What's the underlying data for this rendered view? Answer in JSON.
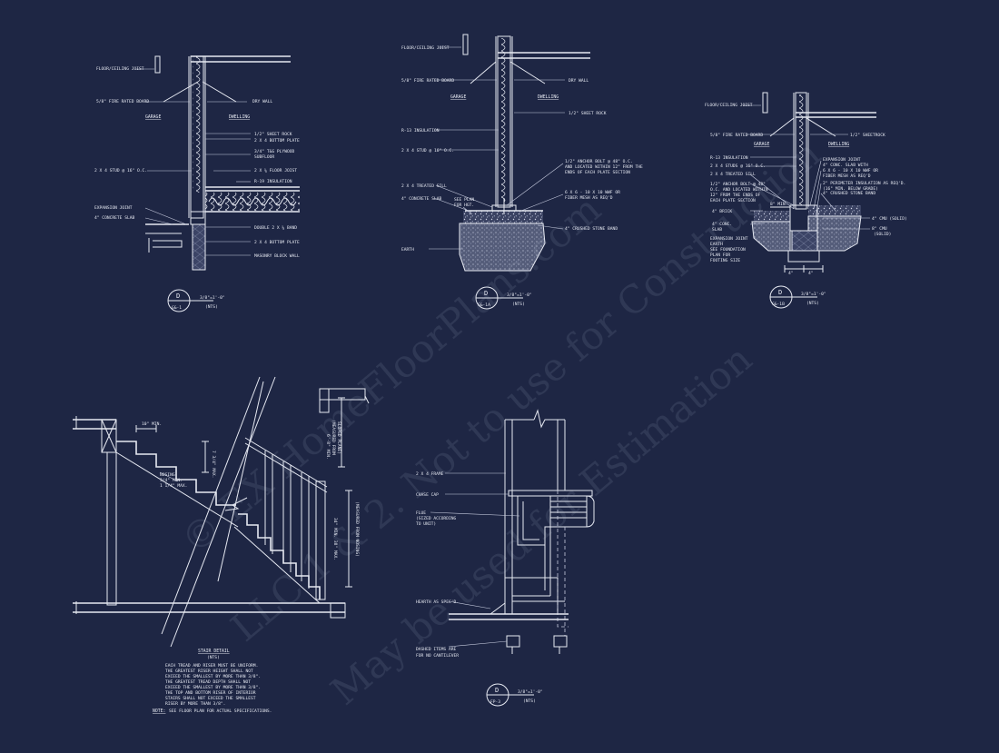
{
  "detail1": {
    "labels": {
      "floor_joist": "FLOOR/CEILING JOIST",
      "fire_board": "5/8\" FIRE RATED BOARD",
      "dry_wall": "DRY WALL",
      "garage": "GARAGE",
      "dwelling": "DWELLING",
      "sheet_rock": "1/2\" SHEET ROCK",
      "bottom_plate": "2 X 4 BOTTOM PLATE",
      "plywood1": "3/4\" T&G PLYWOOD",
      "plywood2": "SUBFLOOR",
      "studs": "2 X 4 STUD @ 16\" O.C.",
      "floor_joist2": "2 X ⅝ FLOOR JOIST",
      "insulation": "R-19 INSULATION",
      "expansion": "EXPANSION JOINT",
      "slab": "4\" CONCRETE SLAB",
      "double_band": "DOUBLE 2 X ⅝ BAND",
      "bottom_plate2": "2 X 4 BOTTOM PLATE",
      "masonry": "MASONRY BLOCK WALL"
    },
    "tag_top": "D",
    "tag_bottom": "G&-1",
    "scale": "3/8\"=1'-0\"",
    "nts": "(NTS)"
  },
  "detail2": {
    "labels": {
      "floor_joist": "FLOOR/CEILING JOIST",
      "fire_board": "5/8\" FIRE RATED BOARD",
      "dry_wall": "DRY WALL",
      "garage": "GARAGE",
      "dwelling": "DWELLING",
      "sheet_rock": "1/2\" SHEET ROCK",
      "insulation": "R-13 INSULATION",
      "studs": "2 X 4 STUD @ 16\" O.C.",
      "anchor1": "1/2\" ANCHOR BOLT @ 48\" O.C.",
      "anchor2": "AND LOCATED WITHIN 12\" FROM THE",
      "anchor3": "ENDS OF EACH PLATE SECTION",
      "treated": "2 X 4 TREATED SILL",
      "slab": "4\" CONCRETE SLAB",
      "see_plan1": "SEE PLAN",
      "see_plan2": "FOR HGT.",
      "mesh1": "6 X 6 - 10 X 10 WWF OR",
      "mesh2": "FIBER MESH AS REQ'D",
      "stone": "4\" CRUSHED STONE BAND",
      "earth": "EARTH"
    },
    "tag_top": "D",
    "tag_bottom": "G&-1A",
    "scale": "3/8\"=1'-0\"",
    "nts": "(NTS)"
  },
  "detail3": {
    "labels": {
      "floor_joist": "FLOOR/CEILING JOIST",
      "fire_board": "5/8\" FIRE RATED BOARD",
      "sheetrock": "1/2\" SHEETROCK",
      "garage": "GARAGE",
      "dwelling": "DWELLING",
      "insulation": "R-13 INSULATION",
      "studs": "2 X 4 STUDS @ 16\" O.C.",
      "treated": "2 X 4 TREATED SILL",
      "anchor1": "1/2\" ANCHOR BOLT @ 48\"",
      "anchor2": "O.C. AND LOCATED WITHIN",
      "anchor3": "12\" FROM THE ENDS OF",
      "anchor4": "EACH PLATE SECTION",
      "brick": "4\" BRICK",
      "conc_slab1": "4\" CONC.",
      "conc_slab2": "SLAB",
      "exp_joint2": "EXPANSION JOINT",
      "earth": "EARTH",
      "found1": "SEE FOUNDATION",
      "found2": "PLAN FOR",
      "found3": "FOOTING SIZE",
      "exp_joint": "EXPANSION JOINT",
      "slab_with1": "4\" CONC. SLAB WITH",
      "slab_with2": "6 X 6 - 10 X 10 WWF OR",
      "slab_with3": "FIBER MESH AS REQ'D",
      "perim1": "2\" PERIMETER INSULATION AS REQ'D.",
      "perim2": "(16\" MIN. BELOW GRADE)",
      "stone": "4\" CRUSHED STONE BAND",
      "cms1": "4\" CMU (SOLID)",
      "cms2": "8\" CMU",
      "cms3": "(SOLID)",
      "dim8": "8\" MIN.",
      "dim4": "4\""
    },
    "tag_top": "D",
    "tag_bottom": "G&-1B",
    "scale": "3/8\"=1'-0\"",
    "nts": "(NTS)"
  },
  "stair": {
    "labels": {
      "tread_min": "10\" MIN.",
      "riser_max": "7 3/4\" MAX.",
      "nosing1": "NOSING",
      "nosing2": "3/4\" MIN.",
      "nosing3": "1 1/4\" MAX.",
      "headroom1": "6'-8\" MIN.",
      "headroom2": "(MEASURED FROM",
      "headroom3": "SLOPED PLANE)",
      "rail1": "34\" MIN. 38\" MAX.",
      "rail2": "(MEASURED FROM NOSING)",
      "title": "STAIR DETAIL",
      "nts": "(NTS)",
      "note1": "EACH TREAD AND RISER MUST BE UNIFORM.",
      "note2": "THE GREATEST RISER HEIGHT SHALL NOT",
      "note3": "EXCEED THE SMALLEST BY MORE THAN 3/8\".",
      "note4": "THE GREATEST TREAD DEPTH SHALL NOT",
      "note5": "EXCEED THE SMALLEST BY MORE THAN 3/8\".",
      "note6": "THE TOP AND BOTTOM RISER OF INTERIOR",
      "note7": "STAIRS SHALL NOT EXCEED THE SMALLEST",
      "note8": "RISER BY MORE THAN 3/8\".",
      "note_label": "NOTE:",
      "note_text": "SEE FLOOR PLAN FOR ACTUAL SPECIFICATIONS."
    }
  },
  "fireplace": {
    "labels": {
      "frame": "2 X 4 FRAME",
      "chase": "CHASE CAP",
      "flue1": "FLUE",
      "flue2": "(SIZED ACCORDING",
      "flue3": "TO UNIT)",
      "hearth": "HEARTH AS SPEC'D.",
      "dashed1": "DASHED ITEMS ARE",
      "dashed2": "FOR NO CANTILEVER"
    },
    "tag_top": "D",
    "tag_bottom": "FP-3",
    "scale": "3/8\"=1'-0\"",
    "nts": "(NTS)"
  },
  "watermark": {
    "line1": "© EX HomeFloorPlans.com",
    "line2": "LLC 1 & 2. Not to use for Construction",
    "line3": "May be used for Estimation"
  }
}
